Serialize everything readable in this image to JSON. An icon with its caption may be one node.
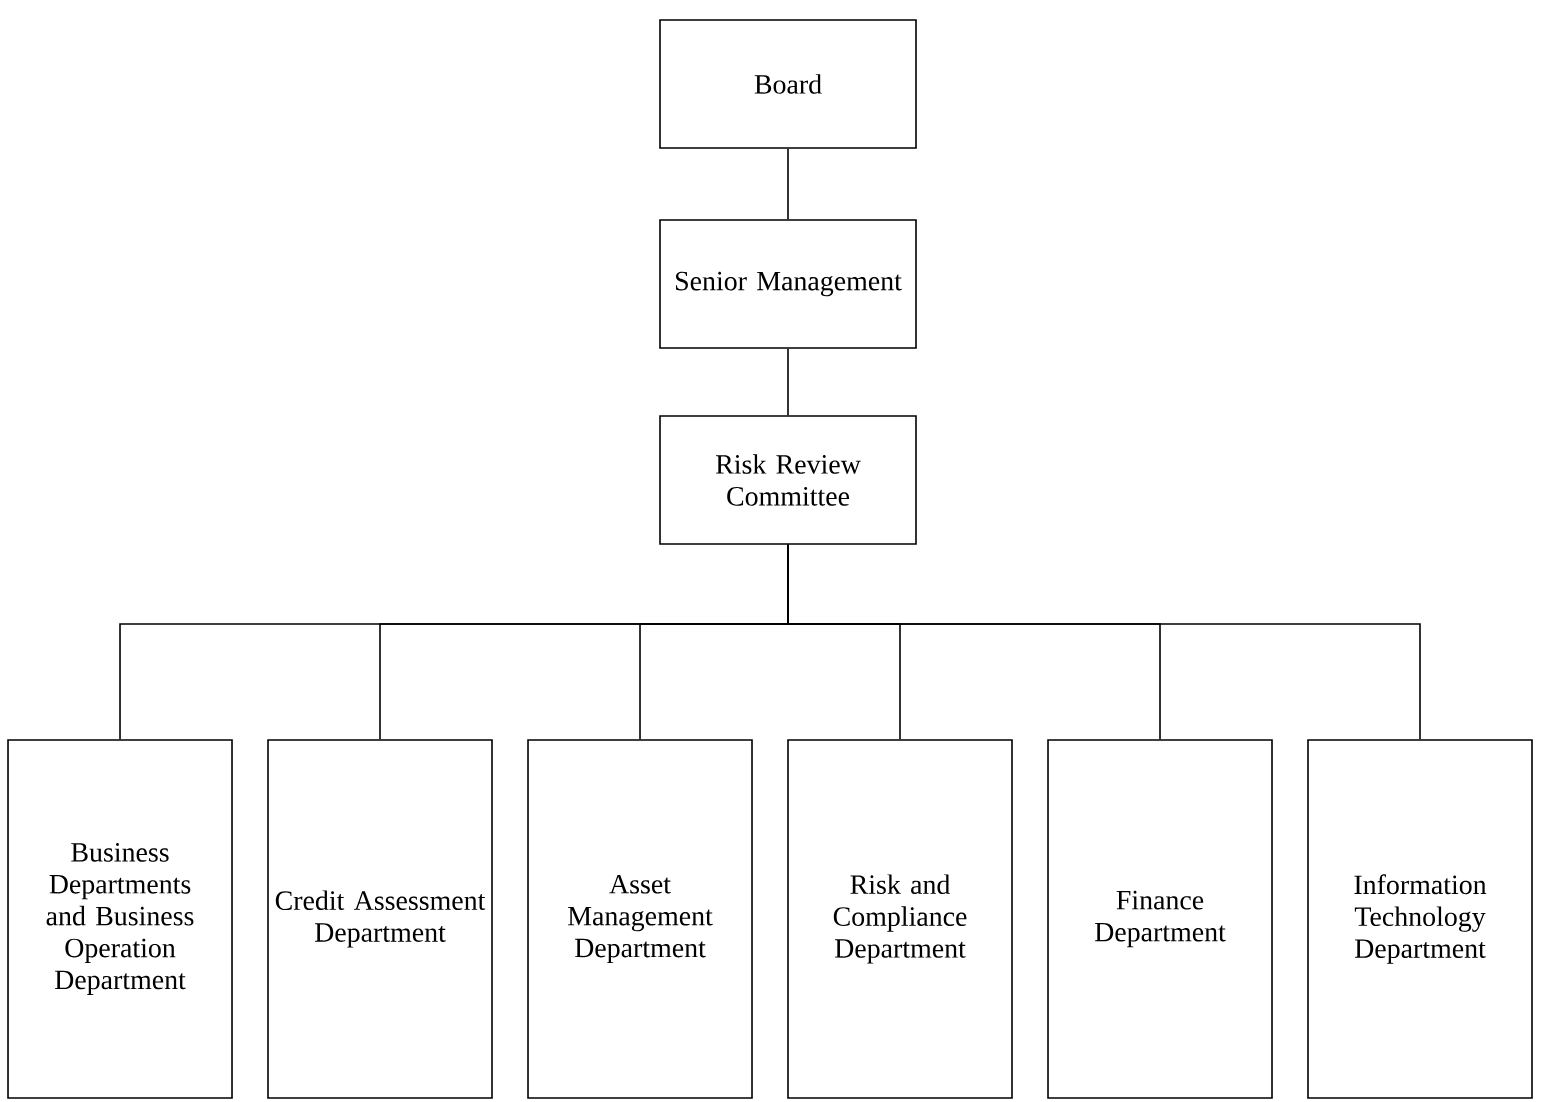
{
  "diagram": {
    "nodes": [
      {
        "text": [
          "Board"
        ]
      },
      {
        "text": [
          "Senior Management"
        ]
      },
      {
        "text": [
          "Risk Review Committee"
        ]
      },
      {
        "text": [
          "Business Departments and Business Operation Department"
        ]
      },
      {
        "text": [
          "Credit Assessment Department"
        ]
      },
      {
        "text": [
          "Asset Management Department"
        ]
      },
      {
        "text": [
          "Risk and Compliance Department"
        ]
      },
      {
        "text": [
          "Finance Department"
        ]
      },
      {
        "text": [
          "Information Technology Department"
        ]
      }
    ],
    "edges": [
      {
        "from": 0,
        "to": 1,
        "arrow": "none"
      },
      {
        "from": 1,
        "to": 2,
        "arrow": "none"
      },
      {
        "from": 2,
        "to": 3,
        "arrow": "none"
      },
      {
        "from": 2,
        "to": 4,
        "arrow": "none"
      },
      {
        "from": 2,
        "to": 5,
        "arrow": "none"
      },
      {
        "from": 2,
        "to": 6,
        "arrow": "none"
      },
      {
        "from": 2,
        "to": 7,
        "arrow": "none"
      },
      {
        "from": 2,
        "to": 8,
        "arrow": "none"
      }
    ]
  }
}
